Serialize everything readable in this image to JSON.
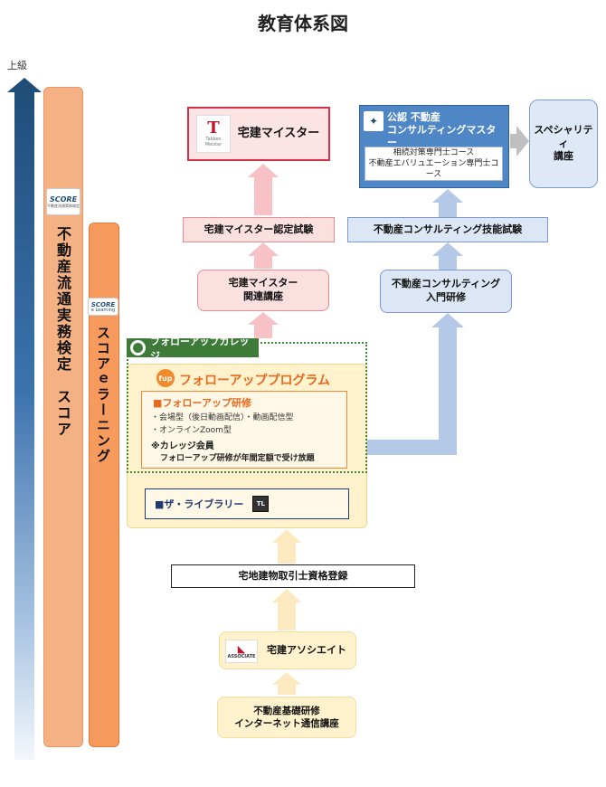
{
  "title": "教育体系図",
  "upper_label": "上級",
  "score_bar": {
    "label": "不動産流通実務検定　スコア",
    "logo_text": "SCORE",
    "logo_sub": "不動産流通実務検定"
  },
  "elearning_bar": {
    "label": "スコアｅラーニング",
    "logo_text": "SCORE",
    "logo_sub": "e Learning"
  },
  "takken_meister": {
    "label": "宅建マイスター",
    "logo_text": "Takken Meister"
  },
  "meister_exam": "宅建マイスター認定試験",
  "meister_course": "宅建マイスター\n関連講座",
  "consulting_master": {
    "title_line1": "公認 不動産",
    "title_line2": "コンサルティングマスター",
    "sub1": "相続対策専門士コース",
    "sub2": "不動産エバリュエーション専門士コース"
  },
  "specialty": "スペシャリティ\n講座",
  "consulting_exam": "不動産コンサルティング技能試験",
  "consulting_intro": "不動産コンサルティング\n入門研修",
  "followup_college": "フォローアップカレッジ",
  "followup_program": {
    "logo": "fup",
    "title": "フォローアッププログラム",
    "section": "■フォローアップ研修",
    "line1": "・会場型（後日動画配信）・動画配信型",
    "line2": "・オンラインZoom型",
    "member_title": "※カレッジ会員",
    "member_text": "フォローアップ研修が年間定額で受け放題"
  },
  "library": {
    "label": "■ザ・ライブラリー",
    "icon_text": "TL"
  },
  "registration": "宅地建物取引士資格登録",
  "associate": {
    "label": "宅建アソシエイト",
    "logo_text": "ASSOCIATE"
  },
  "basic_course": "不動産基礎研修\nインターネット通信講座",
  "colors": {
    "red_border": "#d9304a",
    "blue_main": "#4f86c6",
    "cream": "#fff2cc",
    "orange_bar": "#f79a5e",
    "green_tag": "#3e7b38"
  }
}
